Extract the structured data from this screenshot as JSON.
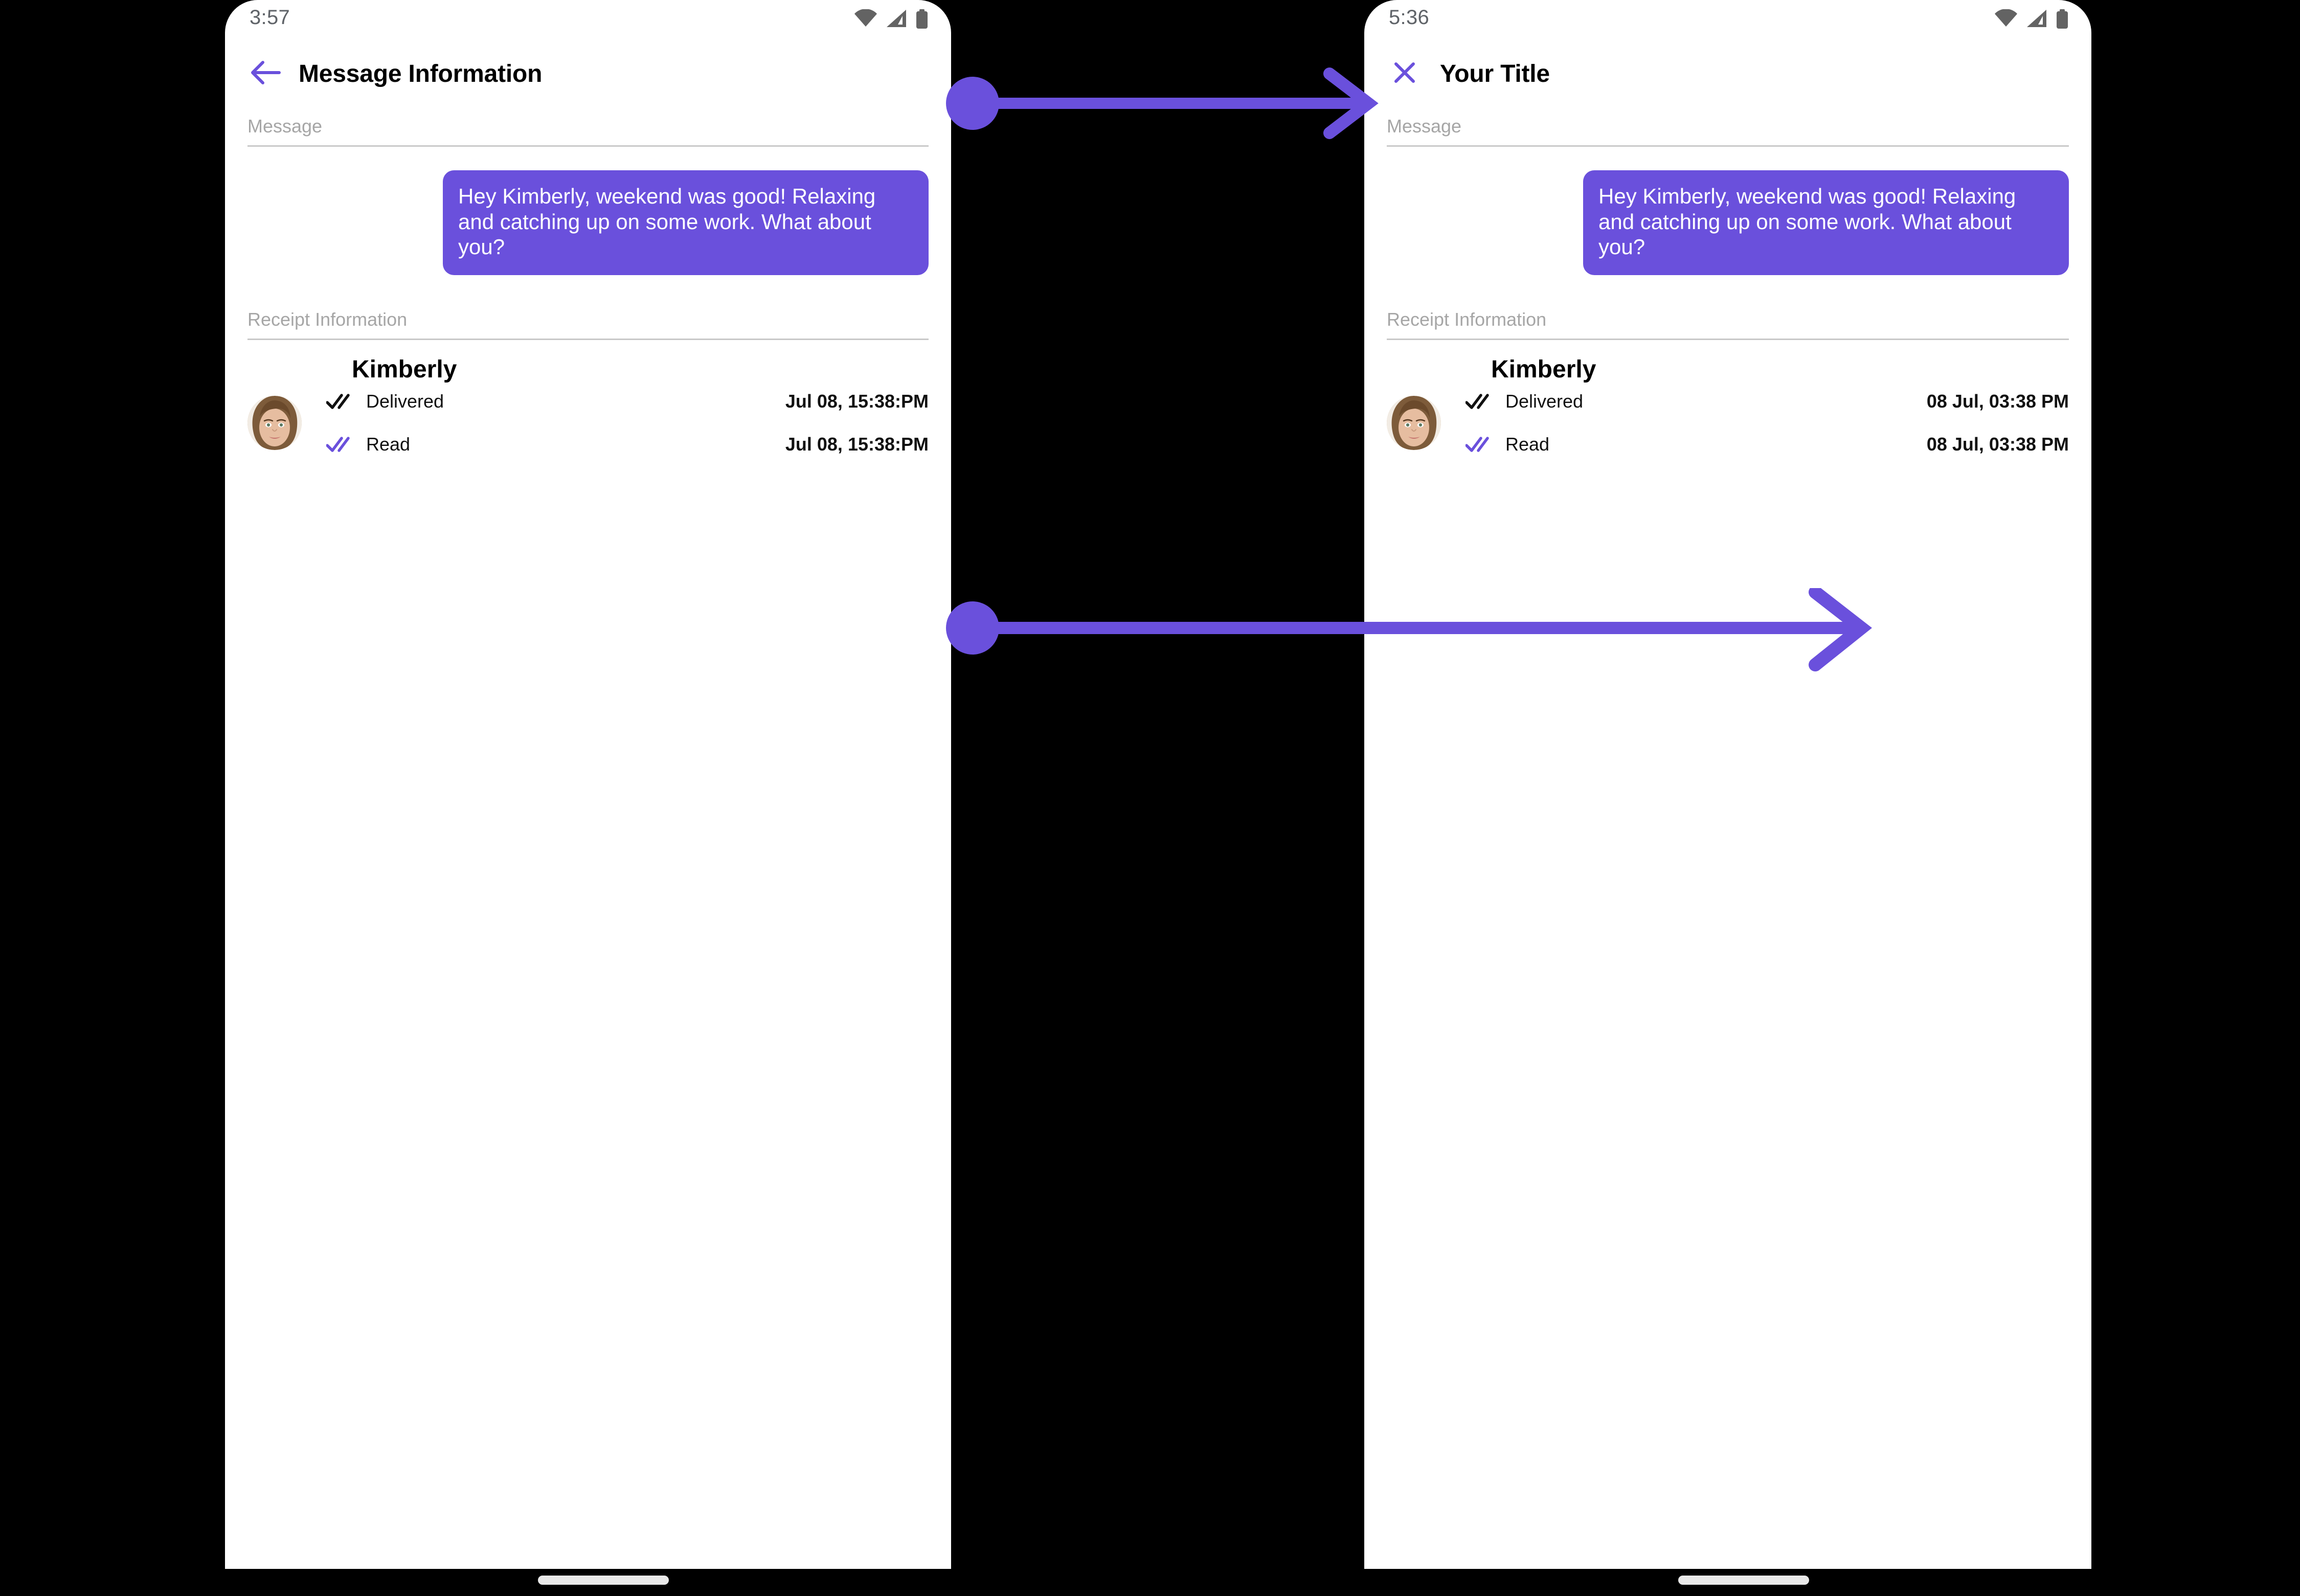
{
  "accent_color": "#6A50DC",
  "phones": [
    {
      "id": "left",
      "status_bar": {
        "time": "3:57",
        "icons": [
          "wifi-icon",
          "cellular-signal-icon",
          "battery-icon"
        ]
      },
      "app_bar": {
        "nav_icon": "back-arrow-icon",
        "title": "Message Information"
      },
      "message_section": {
        "label": "Message",
        "bubble_text": "Hey Kimberly, weekend was good!  Relaxing and catching up on some work.  What about you?"
      },
      "receipt_section": {
        "label": "Receipt Information",
        "contact_name": "Kimberly",
        "avatar": "contact-avatar",
        "rows": [
          {
            "icon": "double-check-delivered-icon",
            "status": "Delivered",
            "time": "Jul 08, 15:38:PM",
            "icon_color": "#111111"
          },
          {
            "icon": "double-check-read-icon",
            "status": "Read",
            "time": "Jul 08, 15:38:PM",
            "icon_color": "#6A50DC"
          }
        ]
      }
    },
    {
      "id": "right",
      "status_bar": {
        "time": "5:36",
        "icons": [
          "wifi-icon",
          "cellular-signal-icon",
          "battery-icon"
        ]
      },
      "app_bar": {
        "nav_icon": "close-x-icon",
        "title": "Your Title"
      },
      "message_section": {
        "label": "Message",
        "bubble_text": "Hey Kimberly, weekend was good!  Relaxing and catching up on some work.  What about you?"
      },
      "receipt_section": {
        "label": "Receipt Information",
        "contact_name": "Kimberly",
        "avatar": "contact-avatar",
        "rows": [
          {
            "icon": "double-check-delivered-icon",
            "status": "Delivered",
            "time": "08 Jul, 03:38 PM",
            "icon_color": "#111111"
          },
          {
            "icon": "double-check-read-icon",
            "status": "Read",
            "time": "08 Jul, 03:38 PM",
            "icon_color": "#6A50DC"
          }
        ]
      }
    }
  ],
  "annotations": [
    {
      "id": "top-arrow",
      "name": "annotation-arrow-title",
      "color": "#6A50DC"
    },
    {
      "id": "bottom-arrow",
      "name": "annotation-arrow-timestamp",
      "color": "#6A50DC"
    }
  ]
}
